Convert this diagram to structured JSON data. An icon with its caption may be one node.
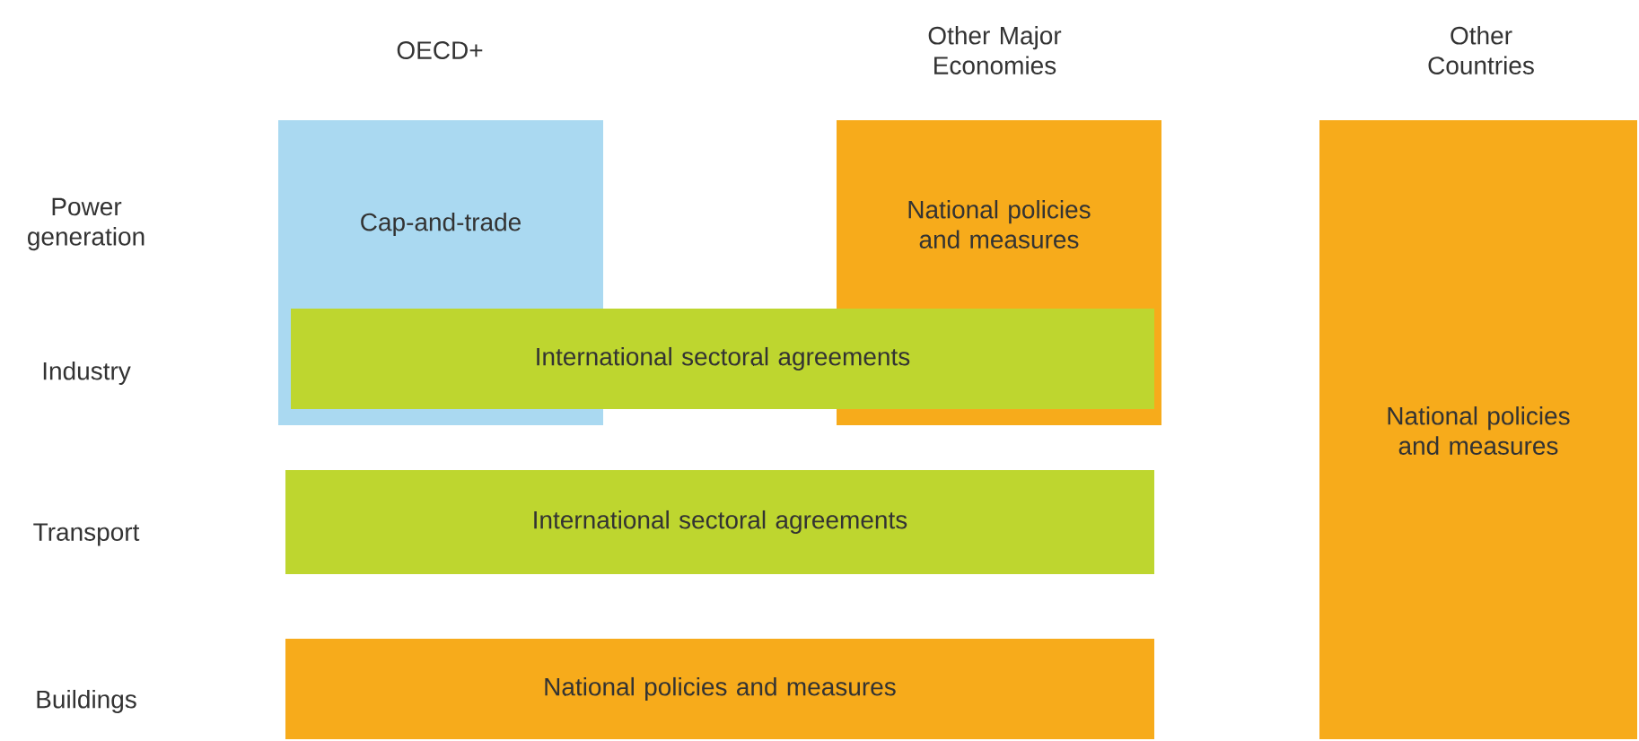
{
  "diagram": {
    "nodes": [
      {
        "text": [
          "Cap-and-trade"
        ]
      },
      {
        "text": [
          "National policies and measures"
        ]
      },
      {
        "text": [
          "International sectoral agreements"
        ]
      },
      {
        "text": [
          "National policies and measures"
        ]
      },
      {
        "text": [
          "International sectoral agreements"
        ]
      },
      {
        "text": [
          "National policies and measures"
        ]
      }
    ],
    "labels": [
      "OECD+",
      "Other Major Economies",
      "Other Countries",
      "Power generation",
      "Industry",
      "Transport",
      "Buildings"
    ]
  }
}
